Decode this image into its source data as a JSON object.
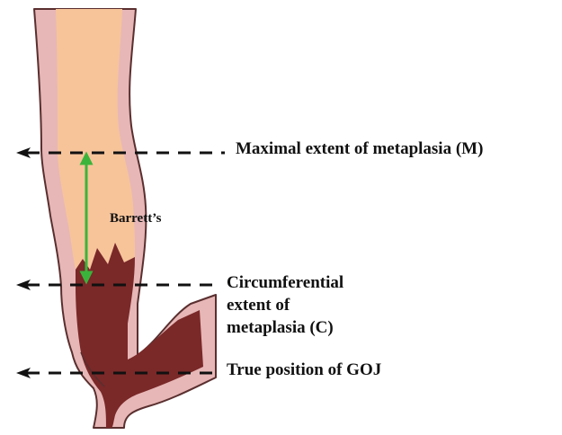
{
  "labels": {
    "maximal_extent": "Maximal extent of metaplasia (M)",
    "circumferential_line1": "Circumferential",
    "circumferential_line2": "extent of",
    "circumferential_line3": "metaplasia (C)",
    "goj": "True position of GOJ",
    "barretts": "Barrett’s"
  },
  "colors": {
    "wall": "#e7b7b7",
    "wall_outline": "#5a2f2f",
    "squamous_lumen": "#f7c49a",
    "columnar_mucosa": "#7a2828",
    "measure_arrow": "#3bb43b",
    "dashed_line": "#111111"
  }
}
